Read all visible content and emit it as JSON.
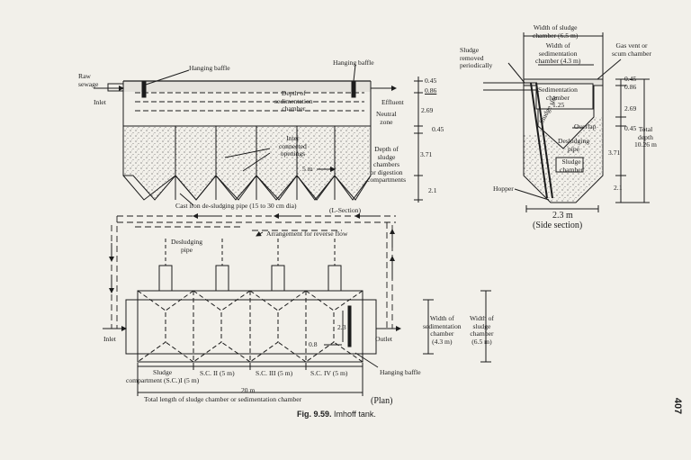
{
  "figure": {
    "caption_number": "Fig. 9.59.",
    "caption_text": "Imhoff tank.",
    "page_number": "407"
  },
  "l_section": {
    "raw_sewage": "Raw\nsewage",
    "inlet": "Inlet",
    "hanging_baffle_left": "Hanging baffle",
    "hanging_baffle_right": "Hanging baffle",
    "depth_of_sedimentation_chamber": "Depth of\nsedimentation\nchamber",
    "effluent": "Effluent",
    "neutral_zone": "Neutral\nzone",
    "inter_connected_openings": "Inter\nconnected\nopenings",
    "depth_of_sludge_chambers": "Depth of\nsludge\nchambers\nor digestion\ncompartments",
    "dim_045": "0.45",
    "dim_086": "0.86",
    "dim_269": "2.69",
    "dim_045b": "0.45",
    "dim_371": "3.71",
    "dim_21": "2.1",
    "dim_5m": "5 m",
    "cast_iron_pipe": "Cast iron de-sludging pipe (15 to 30 cm dia)",
    "section_label": "(L-Section)",
    "arrangement": "Arrangement for reverse flow"
  },
  "side_section": {
    "width_of_sludge_chamber": "Width of sludge\nchamber (6.5 m)",
    "width_of_sedimentation_chamber": "Width of\nsedimentation\nchamber (4.3 m)",
    "sludge_removed": "Sludge\nremoved\nperiodically",
    "gas_vent": "Gas vent or\nscum chamber",
    "sedimentation_chamber": "Sedimentation\nchamber",
    "sludge_slot": "Sludge slot",
    "dim_125": "1.25",
    "overlap": "Overlap",
    "desludging_pipe": "Desludging\npipe",
    "sludge_chamber": "Sludge\nchamber",
    "hopper": "Hopper",
    "dim_045": "0.45",
    "dim_086": "0.86",
    "dim_269": "2.69",
    "dim_045b": "0.45",
    "dim_371": "3.71",
    "dim_21": "2.1",
    "total_depth": "Total\ndepth\n10.26 m",
    "width_23": "2.3 m",
    "section_label": "(Side section)"
  },
  "plan": {
    "desludging_pipe": "Desludging\npipe",
    "inlet": "Inlet",
    "outlet": "Outlet",
    "dim_23": "2.3",
    "dim_08": "0.8",
    "width_sed": "Width of\nsedimentation\nchamber\n(4.3 m)",
    "width_sludge": "Width of\nsludge\nchamber\n(6.5 m)",
    "hanging_baffle": "Hanging baffle",
    "sludge_compartment": "Sludge\ncompartment (S.C.)I (5 m)",
    "sc2": "S.C. II (5 m)",
    "sc3": "S.C. III (5 m)",
    "sc4": "S.C. IV (5 m)",
    "dim_20m": "20 m",
    "total_length": "Total length of sludge chamber or sedimentation chamber",
    "section_label": "(Plan)"
  }
}
